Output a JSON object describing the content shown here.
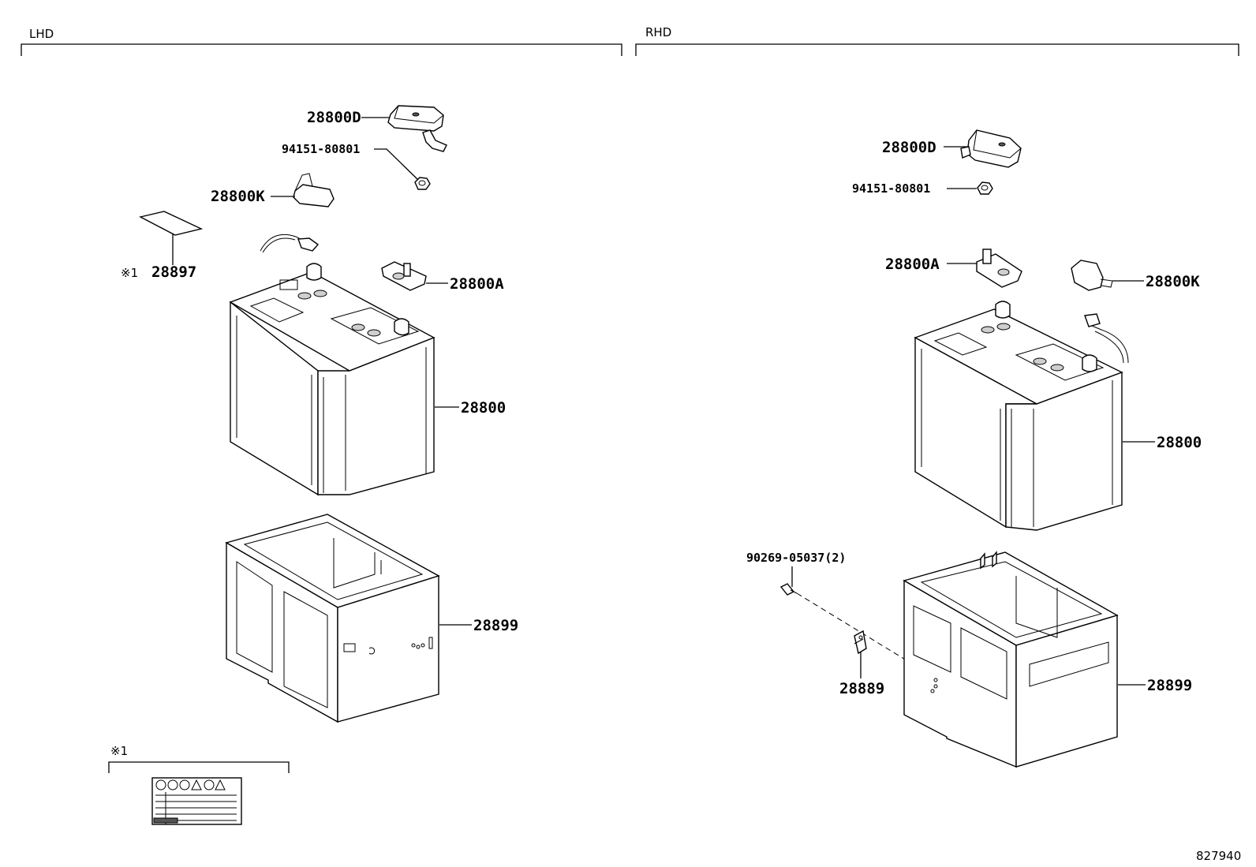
{
  "sections": {
    "lhd": {
      "label": "LHD"
    },
    "rhd": {
      "label": "RHD"
    }
  },
  "lhd_callouts": {
    "cover_d": "28800D",
    "nut": "94151-80801",
    "clamp_k": "28800K",
    "label_plate_note": "※1",
    "label_plate": "28897",
    "terminal_a": "28800A",
    "battery": "28800",
    "tray": "28899"
  },
  "rhd_callouts": {
    "cover_d": "28800D",
    "nut": "94151-80801",
    "terminal_a": "28800A",
    "clamp_k": "28800K",
    "battery": "28800",
    "bolt": "90269-05037(2)",
    "bracket": "28889",
    "tray": "28899"
  },
  "detail_inset": {
    "label": "※1"
  },
  "figure_id": "827940"
}
